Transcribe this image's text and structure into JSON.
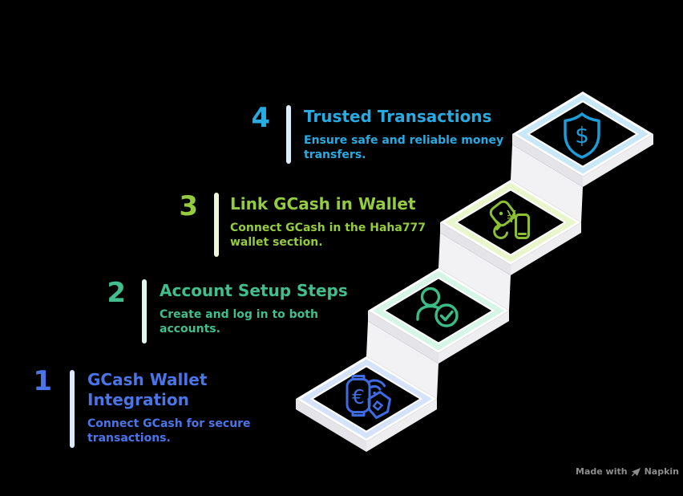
{
  "background_color": "#000000",
  "steps": [
    {
      "number": "1",
      "title": "GCash Wallet\nIntegration",
      "description": "Connect GCash for secure\ntransactions.",
      "color": "#4a75e8",
      "bar_color": "#dce8fb",
      "platform_border_color": "#d4e3f9",
      "icon": "contactless-payment-icon",
      "icon_color": "#3e6be0"
    },
    {
      "number": "2",
      "title": "Account Setup Steps",
      "description": "Create and log in to both\naccounts.",
      "color": "#41be8c",
      "bar_color": "#dff7ec",
      "platform_border_color": "#d5f6e7",
      "icon": "user-verified-icon",
      "icon_color": "#3cbc84"
    },
    {
      "number": "3",
      "title": "Link GCash in Wallet",
      "description": "Connect GCash in the Haha777\nwallet section.",
      "color": "#95cb3e",
      "bar_color": "#edf8d7",
      "platform_border_color": "#e9f6cc",
      "icon": "currency-exchange-icon",
      "icon_color": "#8cbf33"
    },
    {
      "number": "4",
      "title": "Trusted Transactions",
      "description": "Ensure safe and reliable money\ntransfers.",
      "color": "#29abe2",
      "bar_color": "#d9effb",
      "platform_border_color": "#c8e8f8",
      "icon": "dollar-shield-icon",
      "icon_color": "#1e9cd7"
    }
  ],
  "icon_glyphs": {
    "step1_currency": "€",
    "step3_currency": "¥",
    "step4_currency": "$"
  },
  "watermark": {
    "prefix": "Made with",
    "brand": "Napkin",
    "color": "#8c8c8c",
    "icon": "napkin-pen-icon"
  }
}
